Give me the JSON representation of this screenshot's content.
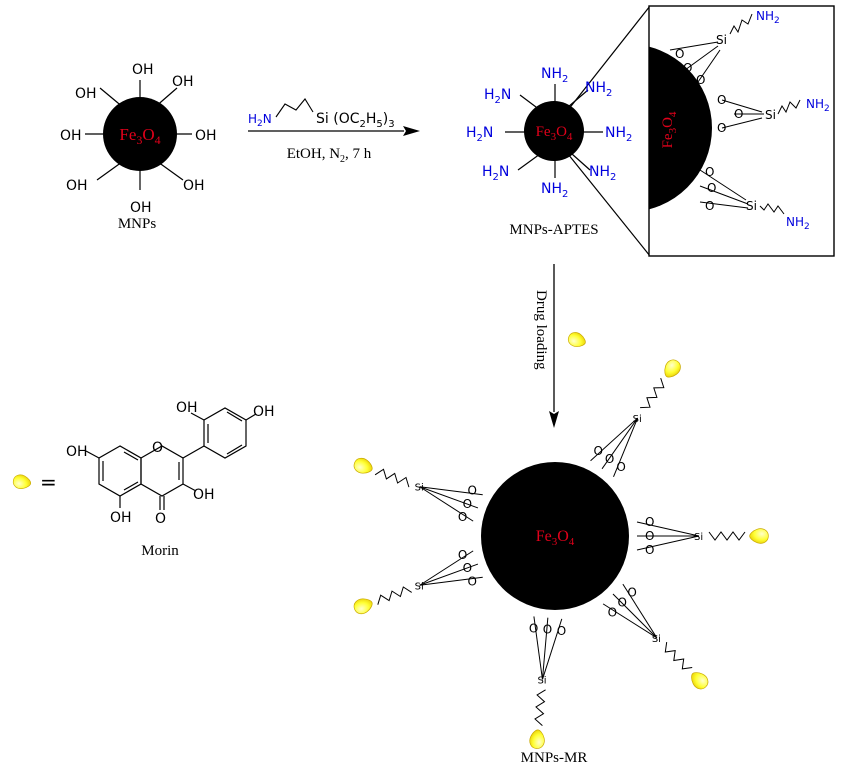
{
  "core_formula": {
    "main": "Fe",
    "sub1": "3",
    "mid": "O",
    "sub2": "4"
  },
  "hydroxyl": "OH",
  "amine": "NH",
  "amine_sub": "2",
  "silicon": "Si",
  "oxygen": "O",
  "equals": "=",
  "reagent": {
    "amine_main": "H",
    "amine_sub": "2",
    "amine_tail": "N",
    "silane": "Si (OC",
    "silane_sub1": "2",
    "silane_mid": "H",
    "silane_sub2": "5",
    "silane_close": ")",
    "silane_sub3": "3"
  },
  "conditions": {
    "main": "EtOH, N",
    "sub": "2",
    "tail": ", 7 h"
  },
  "drug_loading": "Drug loading",
  "labels": {
    "mnps": "MNPs",
    "mnps_aptes": "MNPs-APTES",
    "mnps_mr": "MNPs-MR",
    "morin": "Morin"
  },
  "colors": {
    "core": "#000000",
    "core_text": "#e0001a",
    "amine": "#0000dd",
    "drug": "#ffff33",
    "drug_outline": "#c8a800"
  }
}
